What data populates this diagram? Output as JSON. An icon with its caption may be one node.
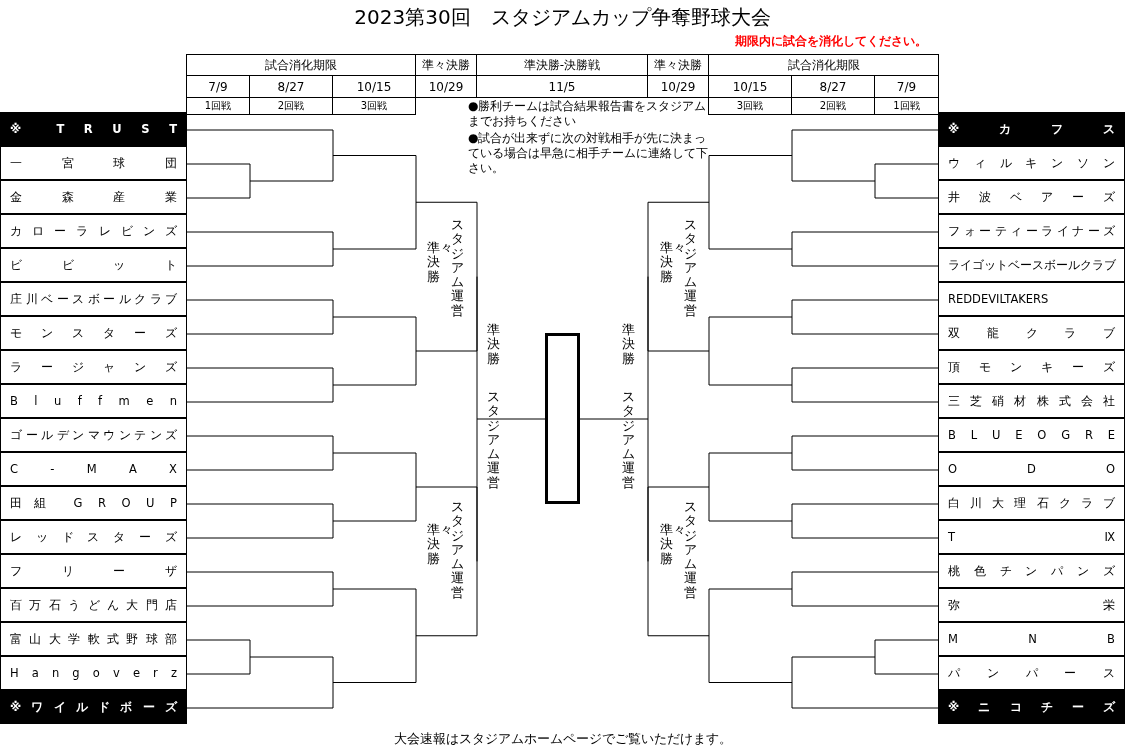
{
  "diagram": {
    "title": "2023第30回　スタジアムカップ争奪野球大会",
    "nodes": [
      {
        "text": [
          "※ T R U S T"
        ]
      },
      {
        "text": [
          "一宮球団"
        ]
      },
      {
        "text": [
          "金森産業"
        ]
      },
      {
        "text": [
          "カローラレビンズ"
        ]
      },
      {
        "text": [
          "ビビット"
        ]
      },
      {
        "text": [
          "庄川ベースボールクラブ"
        ]
      },
      {
        "text": [
          "モンスターズ"
        ]
      },
      {
        "text": [
          "ラージャンズ"
        ]
      },
      {
        "text": [
          "B l u f f m e n"
        ]
      },
      {
        "text": [
          "ゴールデンマウンテンズ"
        ]
      },
      {
        "text": [
          "C - M A X"
        ]
      },
      {
        "text": [
          "田組 G R O U P"
        ]
      },
      {
        "text": [
          "レッドスターズ"
        ]
      },
      {
        "text": [
          "フリーザ"
        ]
      },
      {
        "text": [
          "百万石うどん大門店"
        ]
      },
      {
        "text": [
          "富山大学軟式野球部"
        ]
      },
      {
        "text": [
          "H a n g o v e r z"
        ]
      },
      {
        "text": [
          "※ワイルドボーズ"
        ]
      },
      {
        "text": [],
        "shape": "box"
      },
      {
        "text": [
          "※カフス"
        ]
      },
      {
        "text": [
          "ウィルキンソン"
        ]
      },
      {
        "text": [
          "井波ベアーズ"
        ]
      },
      {
        "text": [
          "フォーティーライナーズ"
        ]
      },
      {
        "text": [
          "ライゴットベースボールクラブ"
        ]
      },
      {
        "text": [
          "REDDEVILTAKERS"
        ]
      },
      {
        "text": [
          "双龍クラブ"
        ]
      },
      {
        "text": [
          "頂モンキーズ"
        ]
      },
      {
        "text": [
          "三芝硝材株式会社"
        ]
      },
      {
        "text": [
          "B L U E O G R E"
        ]
      },
      {
        "text": [
          "O D O"
        ]
      },
      {
        "text": [
          "白川大理石クラブ"
        ]
      },
      {
        "text": [
          "T Ⅸ"
        ]
      },
      {
        "text": [
          "桃色チンパンズ"
        ]
      },
      {
        "text": [
          "弥栄"
        ]
      },
      {
        "text": [
          "M N B"
        ]
      },
      {
        "text": [
          "パンパース"
        ]
      },
      {
        "text": [
          "※ニコチーズ"
        ]
      }
    ],
    "labels": [
      "期限内に試合を消化してください。",
      "試合消化期限",
      "準々決勝",
      "準決勝-決勝戦",
      "準々決勝",
      "試合消化期限",
      "7/9",
      "8/27",
      "10/15",
      "10/29",
      "11/5",
      "10/29",
      "10/15",
      "8/27",
      "7/9",
      "1回戦",
      "2回戦",
      "3回戦",
      "●勝利チームは試合結果報告書をスタジアムまでお持ちください",
      "●試合が出来ずに次の対戦相手が先に決まっている場合は早急に相手チームに連絡して下さい。",
      "3回戦",
      "2回戦",
      "1回戦",
      "スタジアム運営",
      "準々決勝",
      "スタジアム運営",
      "準々決勝",
      "準決勝",
      "スタジアム運営",
      "準決勝",
      "スタジアム運営",
      "スタジアム運営",
      "準々決勝",
      "スタジアム運営",
      "準々決勝",
      "大会速報はスタジアムホームページでご覧いただけます。"
    ]
  }
}
